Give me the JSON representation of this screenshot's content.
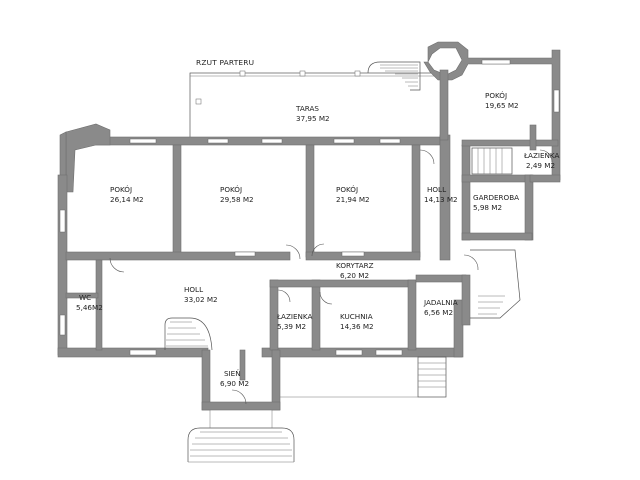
{
  "plan": {
    "title": "RZUT PARTERU",
    "rooms": [
      {
        "id": "taras",
        "name": "TARAS",
        "area": "37,95 M2"
      },
      {
        "id": "pokoj-top-right",
        "name": "POKÓJ",
        "area": "19,65 M2"
      },
      {
        "id": "lazienka-top-right",
        "name": "ŁAZIENKA",
        "area": "2,49 M2"
      },
      {
        "id": "pokoj-1",
        "name": "POKÓJ",
        "area": "26,14 M2"
      },
      {
        "id": "pokoj-2",
        "name": "POKÓJ",
        "area": "29,58 M2"
      },
      {
        "id": "pokoj-3",
        "name": "POKÓJ",
        "area": "21,94 M2"
      },
      {
        "id": "holl-right",
        "name": "HOLL",
        "area": "14,13 M2"
      },
      {
        "id": "garderoba",
        "name": "GARDEROBA",
        "area": "5,98 M2"
      },
      {
        "id": "korytarz",
        "name": "KORYTARZ",
        "area": "6,20 M2"
      },
      {
        "id": "wc",
        "name": "WC",
        "area": "5,46M2"
      },
      {
        "id": "holl-main",
        "name": "HOLL",
        "area": "33,02 M2"
      },
      {
        "id": "lazienka-mid",
        "name": "ŁAZIENKA",
        "area": "5,39 M2"
      },
      {
        "id": "kuchnia",
        "name": "KUCHNIA",
        "area": "14,36 M2"
      },
      {
        "id": "jadalnia",
        "name": "JADALNIA",
        "area": "6,56 M2"
      },
      {
        "id": "sien",
        "name": "SIEŃ",
        "area": "6,90 M2"
      }
    ]
  }
}
